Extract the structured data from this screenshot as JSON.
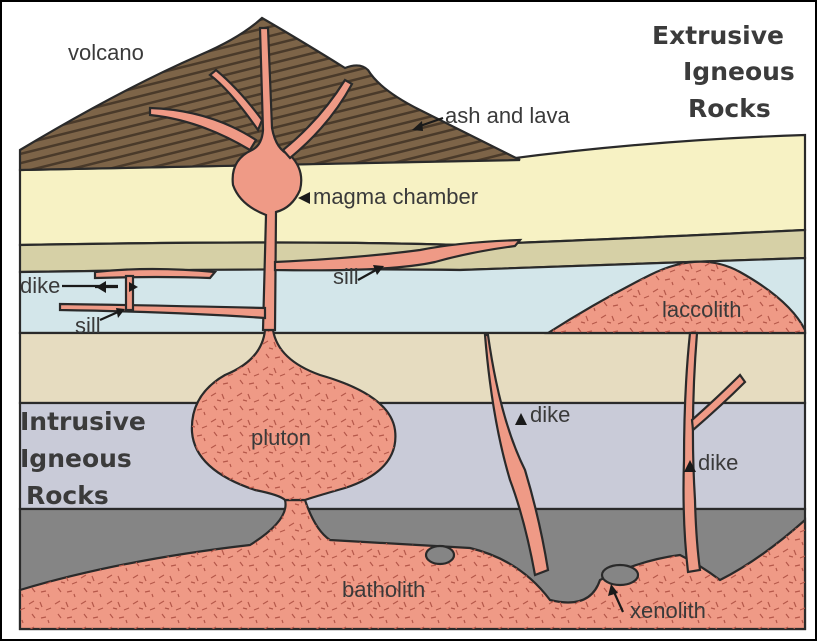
{
  "labels": {
    "volcano": "volcano",
    "ash_and_lava": "ash and lava",
    "magma_chamber": "magma chamber",
    "sill_upper": "sill",
    "sill_left": "sill",
    "dike_left": "dike",
    "laccolith": "laccolith",
    "dike_middle": "dike",
    "dike_right": "dike",
    "pluton": "pluton",
    "batholith": "batholith",
    "xenolith": "xenolith"
  },
  "titles": {
    "extrusive": [
      "Extrusive",
      "Igneous",
      "Rocks"
    ],
    "intrusive": [
      "Intrusive",
      "Igneous",
      "Rocks"
    ]
  },
  "colors": {
    "magma": "#ef9a86",
    "volcano": "#8a6e50",
    "sky": "#ffffff",
    "layer_yellow": "#f7f2c4",
    "layer_olive": "#d6d0a6",
    "layer_blue": "#d3e6ea",
    "layer_tan": "#e6dcc0",
    "layer_slate": "#c9cbd8",
    "layer_gray": "#858585"
  }
}
